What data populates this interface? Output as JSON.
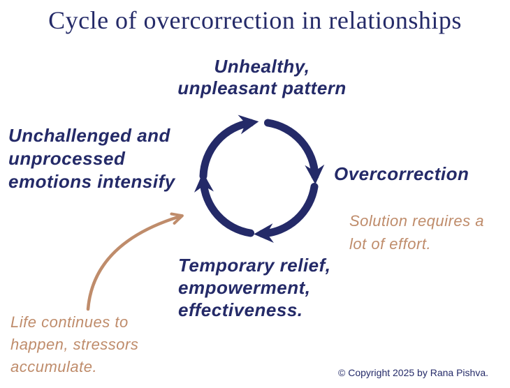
{
  "title": "Cycle of overcorrection in relationships",
  "cycle": {
    "icon": "circular-cycle-arrows-icon",
    "direction": "clockwise",
    "steps": [
      {
        "id": "unhealthy-pattern",
        "label": "Unhealthy,\nunpleasant pattern",
        "position": "top"
      },
      {
        "id": "overcorrection",
        "label": "Overcorrection",
        "position": "right"
      },
      {
        "id": "temporary-relief",
        "label": "Temporary relief,\nempowerment,\neffectiveness.",
        "position": "bottom"
      },
      {
        "id": "unchallenged-emotions",
        "label": "Unchallenged and\nunprocessed\nemotions intensify",
        "position": "left"
      }
    ]
  },
  "annotations": {
    "solution": "Solution requires a\nlot of effort.",
    "life": "Life continues to\nhappen, stressors\naccumulate.",
    "arrow_icon": "curved-feedback-arrow-icon"
  },
  "footer": {
    "copyright": "© Copyright 2025 by Rana Pishva."
  },
  "colors": {
    "navy": "#242a68",
    "tan": "#bf8c6b",
    "background": "#ffffff"
  }
}
